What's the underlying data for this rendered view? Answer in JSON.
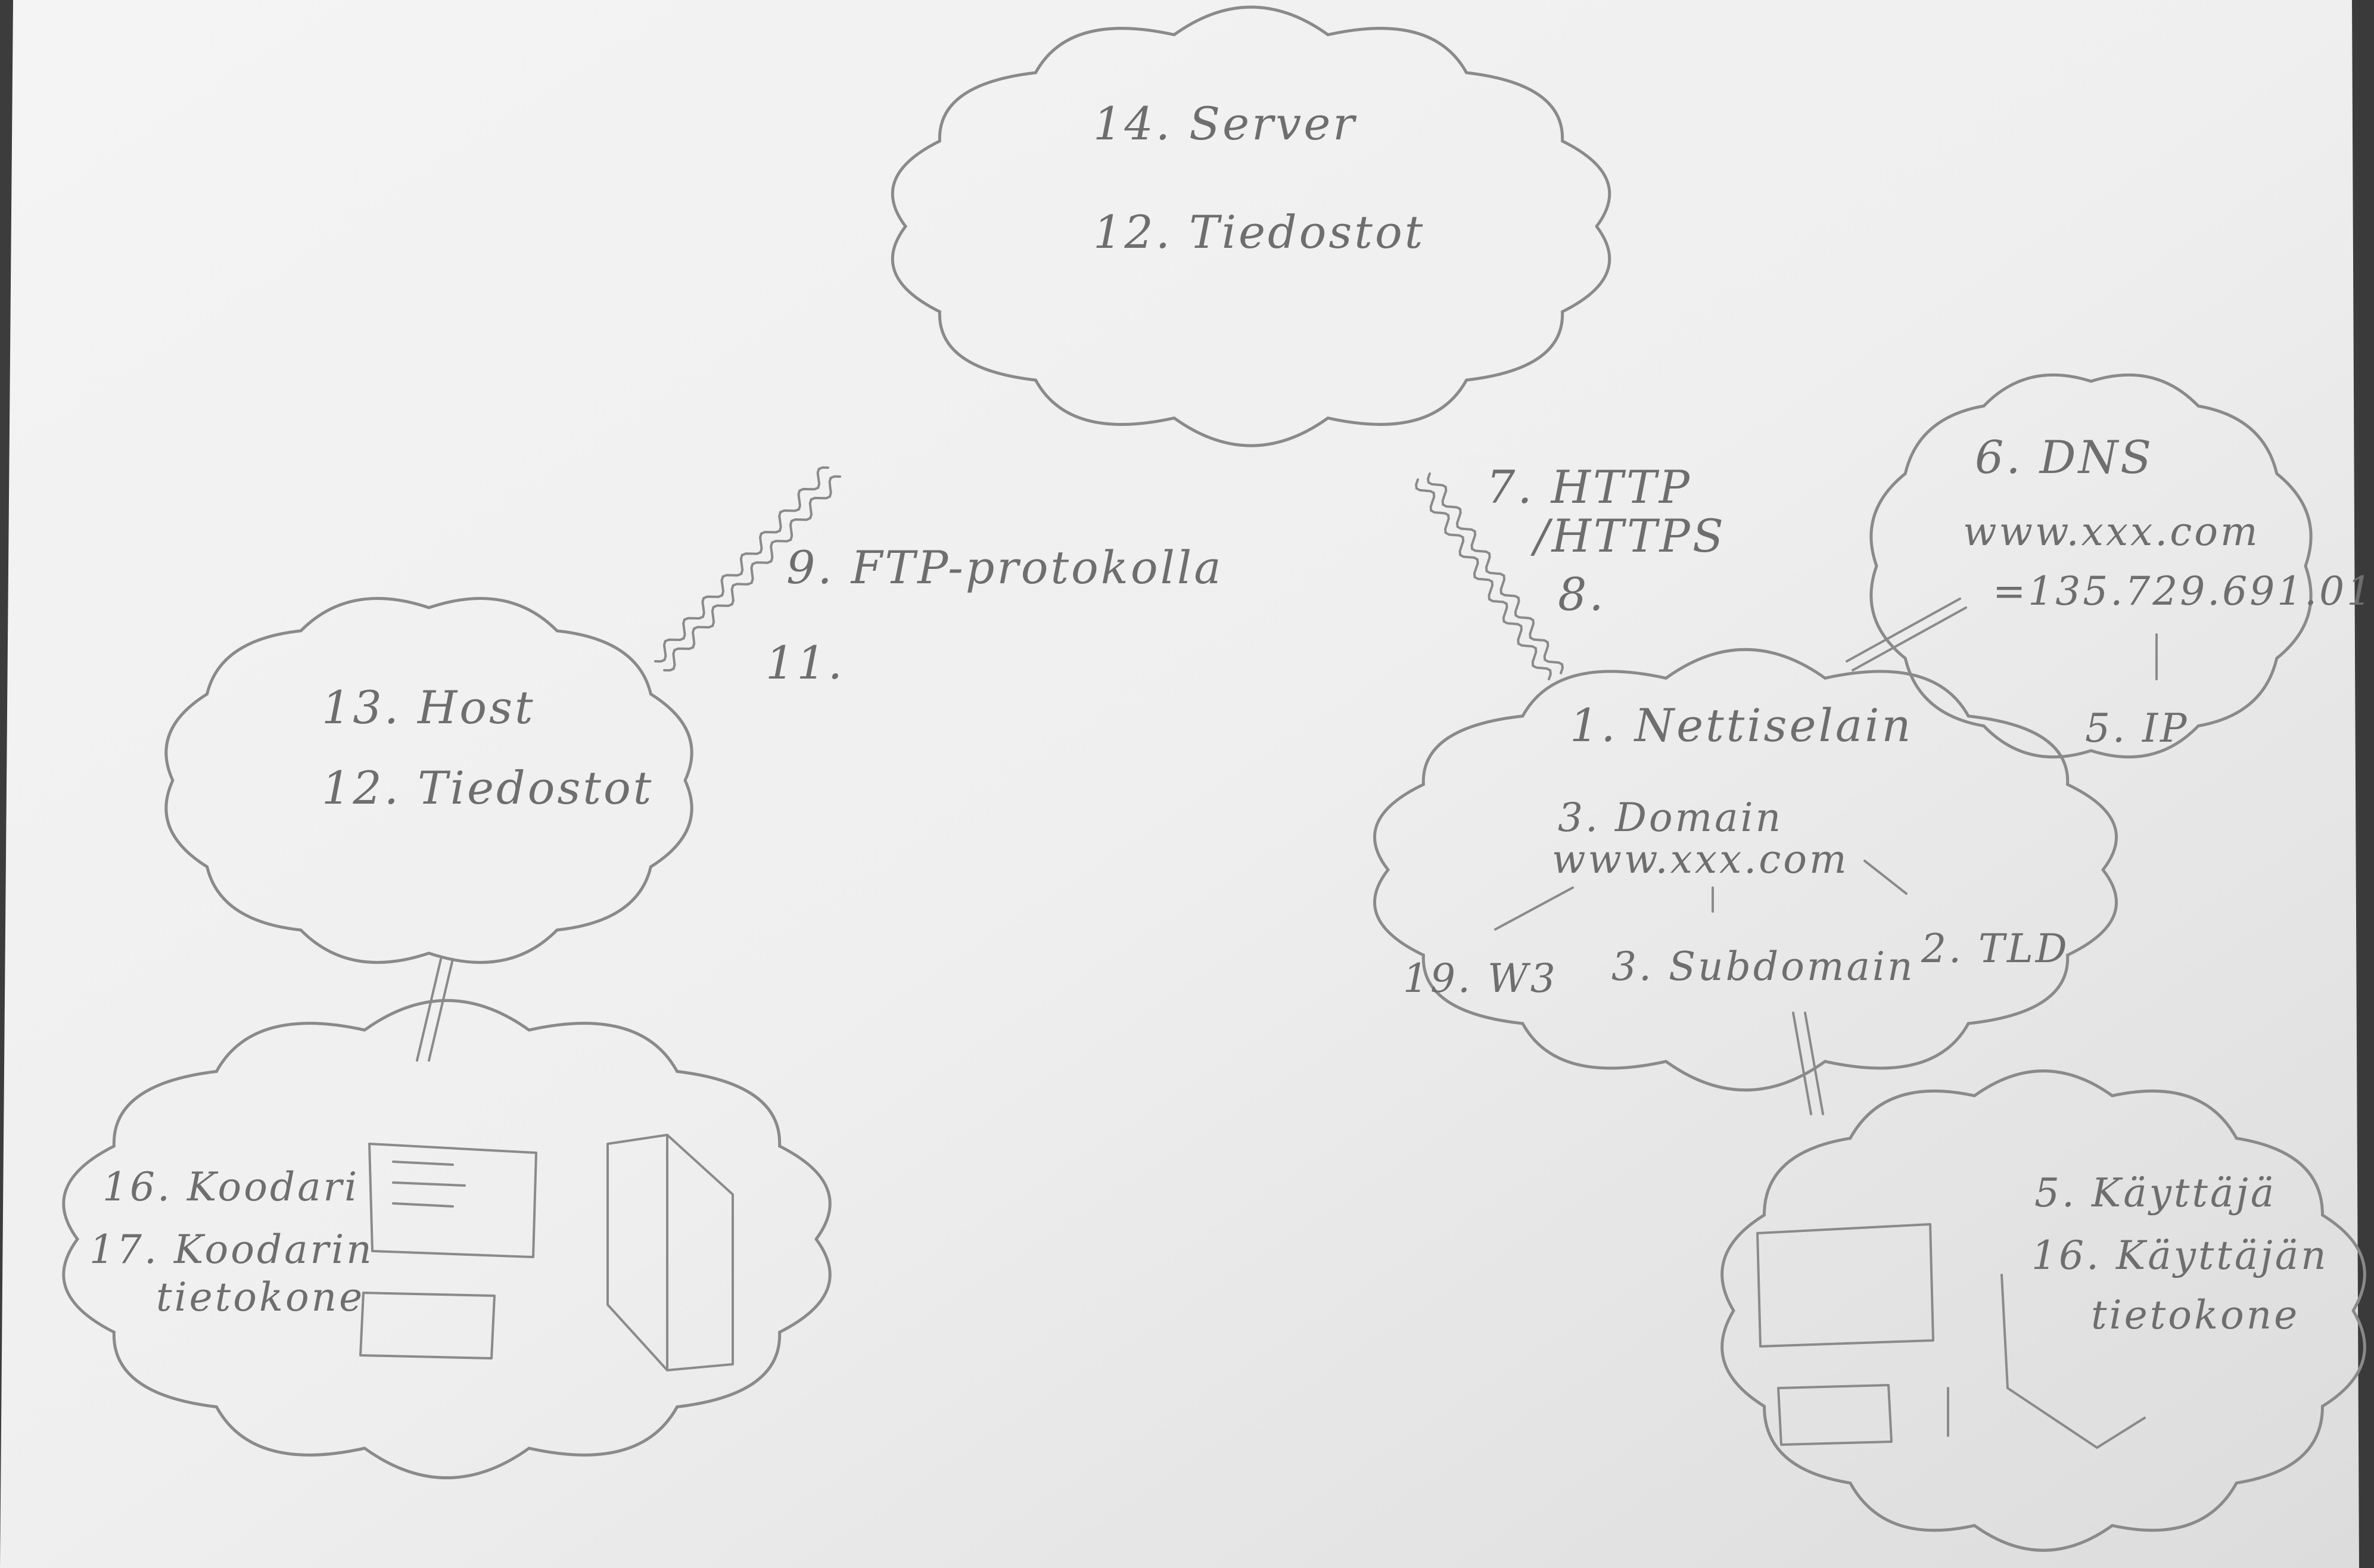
{
  "server": {
    "number_title": "14. Server",
    "files": "12. Tiedostot"
  },
  "host": {
    "title": "13. Host",
    "files": "12. Tiedostot"
  },
  "coder": {
    "coder": "16. Koodari",
    "computer_line1": "17. Koodarin",
    "computer_line2": "tietokone"
  },
  "dns": {
    "title": "6. DNS",
    "url": "www.xxx.com",
    "ip_value": "=135.729.691.01",
    "ip_label": "5. IP"
  },
  "browser": {
    "title": "1. Nettiselain",
    "domain_label": "3. Domain",
    "domain_value": "www.xxx.com",
    "w3": "19. W3",
    "subdomain": "3. Subdomain",
    "tld": "2. TLD"
  },
  "protocols": {
    "ftp": "9. FTP-protokolla",
    "ftp_step": "11.",
    "http": "7. HTTP",
    "https": "/HTTPS",
    "http_step": "8."
  },
  "user": {
    "user": "5. Käyttäjä",
    "computer_line1": "16. Käyttäjän",
    "computer_line2": "tietokone"
  },
  "colors": {
    "paper": "#f1f1f1",
    "pencil": "#6e6e6e",
    "shadow": "#3a3a3a"
  }
}
